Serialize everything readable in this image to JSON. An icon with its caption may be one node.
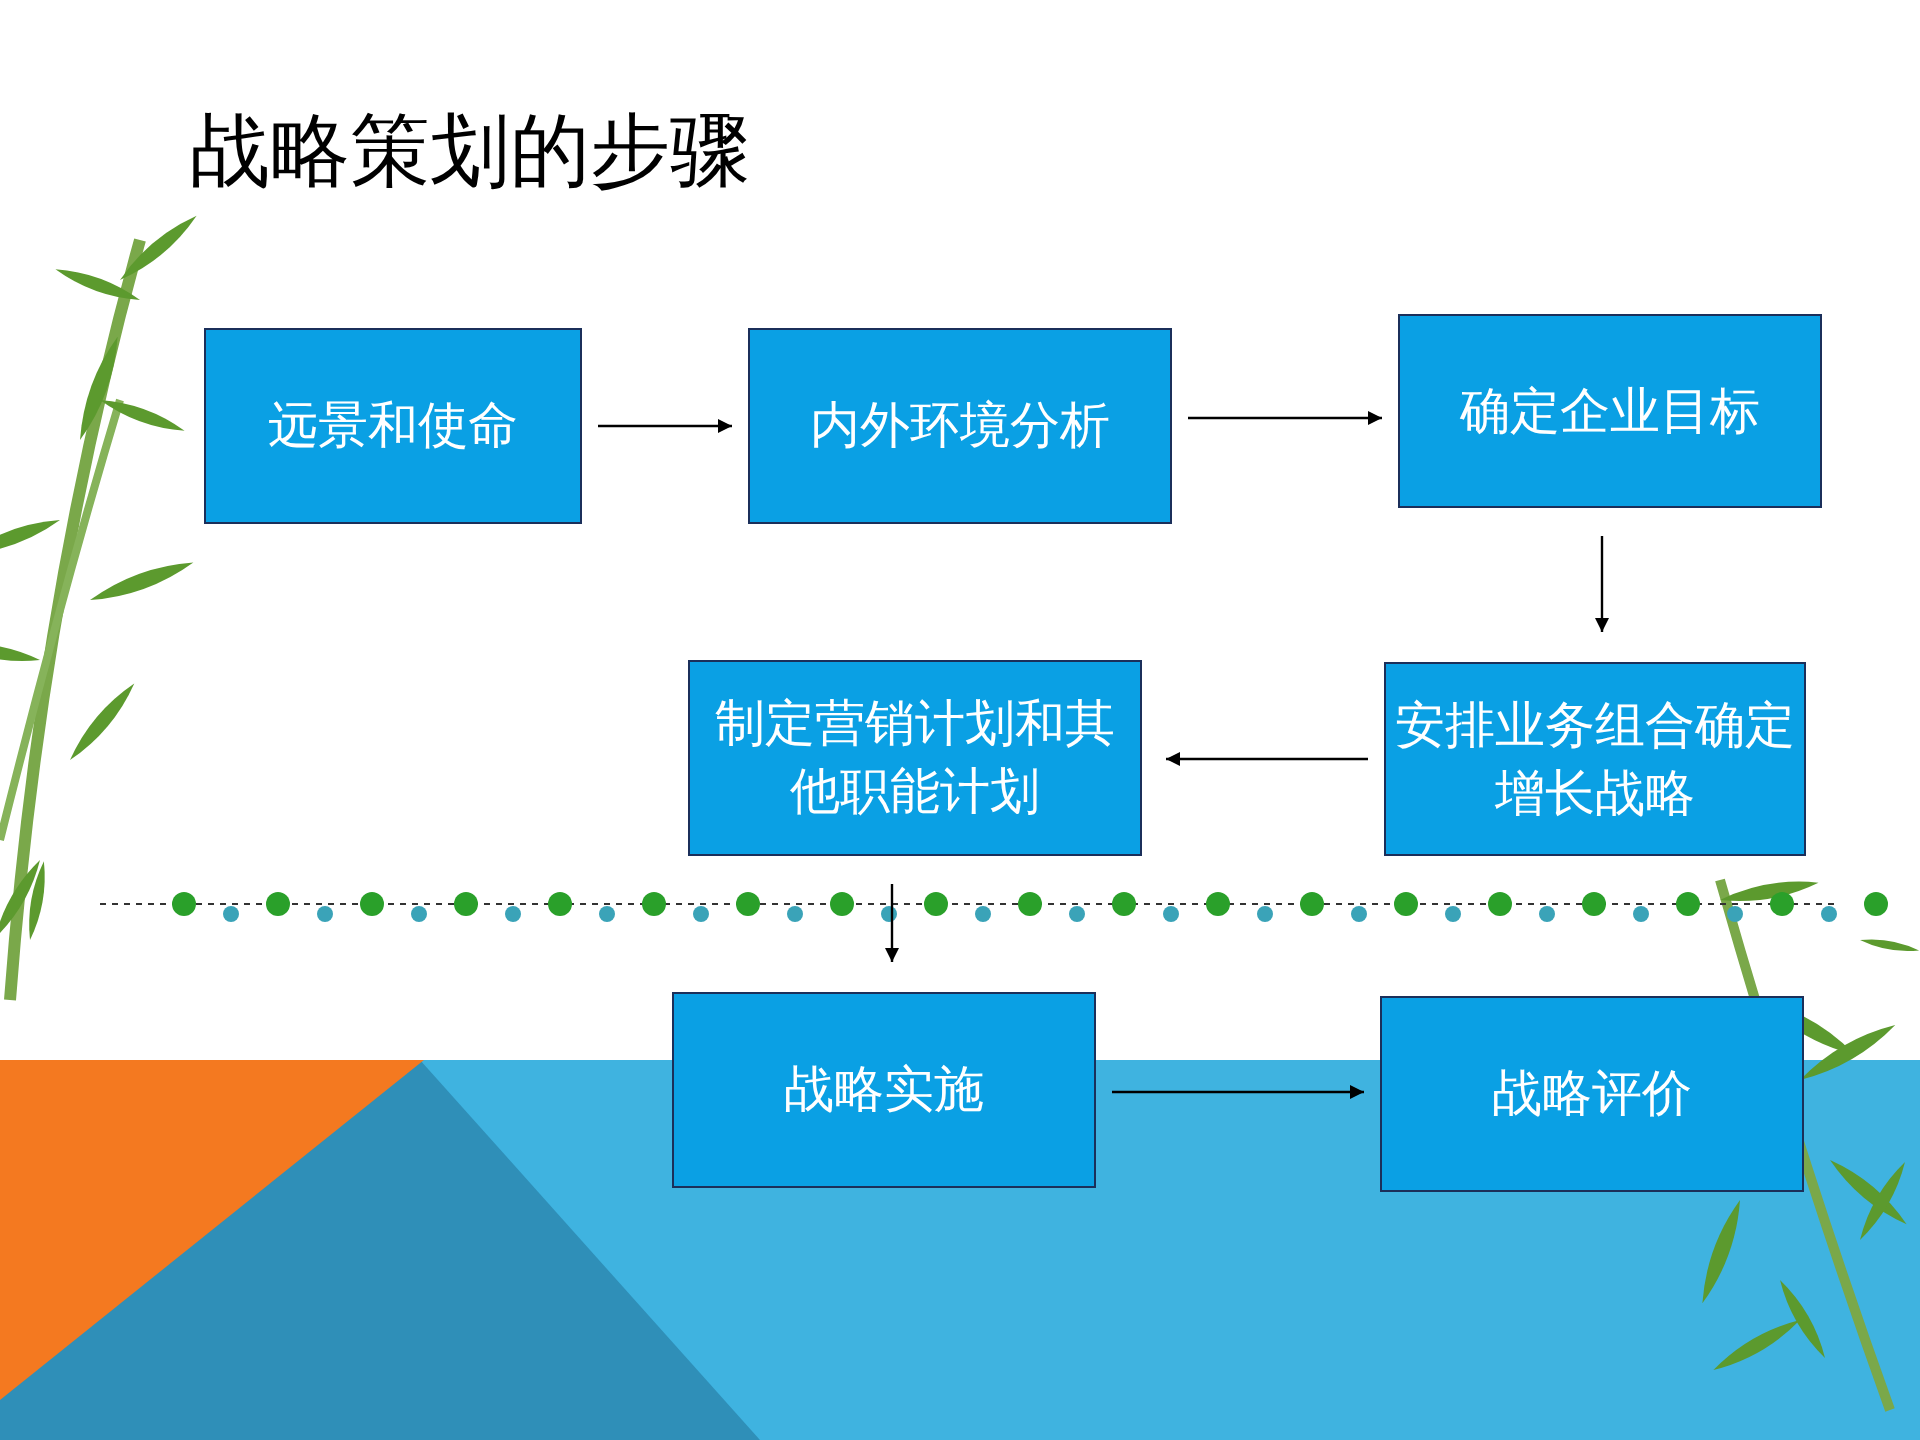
{
  "diagram": {
    "title": "战略策划的步骤",
    "nodes": [
      {
        "text": [
          "远景和使命"
        ]
      },
      {
        "text": [
          "内外环境分析"
        ]
      },
      {
        "text": [
          "确定企业目标"
        ]
      },
      {
        "text": [
          "安排业务组合确定增长战略"
        ]
      },
      {
        "text": [
          "制定营销计划和其他职能计划"
        ]
      },
      {
        "text": [
          "战略实施"
        ]
      },
      {
        "text": [
          "战略评价"
        ]
      }
    ],
    "edges": [
      {
        "from": 0,
        "to": 1,
        "arrow": "to"
      },
      {
        "from": 1,
        "to": 2,
        "arrow": "to"
      },
      {
        "from": 2,
        "to": 3,
        "arrow": "to"
      },
      {
        "from": 3,
        "to": 4,
        "arrow": "to"
      },
      {
        "from": 4,
        "to": 5,
        "arrow": "to"
      },
      {
        "from": 5,
        "to": 6,
        "arrow": "to"
      }
    ]
  }
}
